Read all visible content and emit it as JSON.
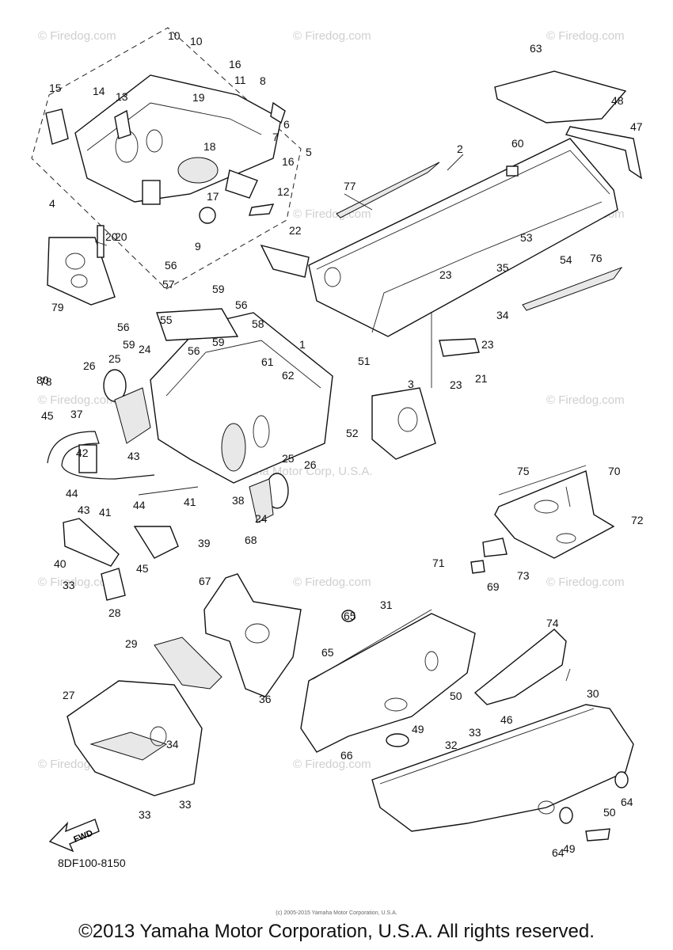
{
  "diagram": {
    "watermark": "© Firedog.com",
    "center_watermark": "© Yamaha Motor Corp, U.S.A.",
    "fwd_label": "FWD",
    "part_code": "8DF100-8150",
    "tiny_notice": "(c) 2005-2015 Yamaha Motor Corporation, U.S.A.",
    "copyright": "©2013 Yamaha Motor Corporation, U.S.A. All rights reserved.",
    "callouts": [
      "1",
      "2",
      "3",
      "4",
      "5",
      "6",
      "7",
      "8",
      "9",
      "10",
      "11",
      "12",
      "13",
      "14",
      "15",
      "16",
      "17",
      "18",
      "19",
      "20",
      "21",
      "22",
      "23",
      "24",
      "25",
      "26",
      "27",
      "28",
      "29",
      "30",
      "31",
      "32",
      "33",
      "34",
      "35",
      "36",
      "37",
      "38",
      "39",
      "40",
      "41",
      "42",
      "43",
      "44",
      "45",
      "46",
      "47",
      "48",
      "49",
      "50",
      "51",
      "52",
      "53",
      "54",
      "55",
      "56",
      "57",
      "58",
      "59",
      "60",
      "61",
      "62",
      "63",
      "64",
      "65",
      "66",
      "67",
      "68",
      "69",
      "70",
      "71",
      "72",
      "73",
      "74",
      "75",
      "76",
      "77",
      "78",
      "79",
      "80"
    ]
  }
}
